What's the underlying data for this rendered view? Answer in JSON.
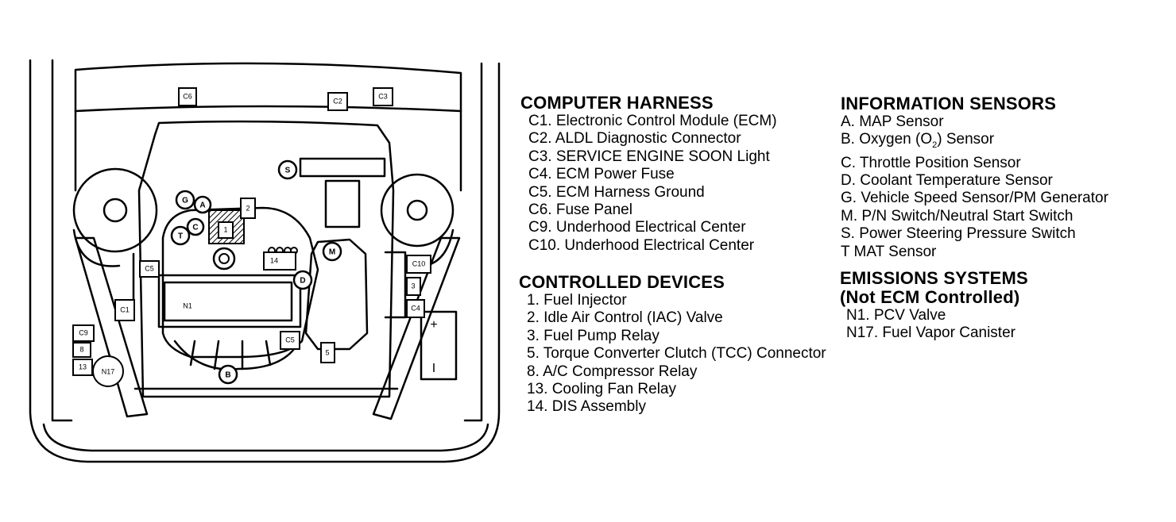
{
  "computer_harness": {
    "title": "COMPUTER HARNESS",
    "items": [
      "C1. Electronic Control Module (ECM)",
      "C2. ALDL Diagnostic Connector",
      "C3. SERVICE ENGINE SOON Light",
      "C4. ECM Power Fuse",
      "C5. ECM Harness Ground",
      "C6. Fuse Panel",
      "C9. Underhood Electrical Center",
      "C10. Underhood Electrical Center"
    ]
  },
  "controlled_devices": {
    "title": "CONTROLLED DEVICES",
    "items": [
      "1. Fuel Injector",
      "2. Idle Air Control (IAC) Valve",
      "3. Fuel Pump Relay",
      "5. Torque Converter Clutch (TCC) Connector",
      "8. A/C Compressor Relay",
      "13. Cooling Fan Relay",
      "14. DIS Assembly"
    ]
  },
  "information_sensors": {
    "title": "INFORMATION SENSORS",
    "items": [
      "A. MAP Sensor",
      "B. Oxygen (O",
      "C. Throttle Position Sensor",
      "D. Coolant Temperature Sensor",
      "G. Vehicle Speed Sensor/PM Generator",
      "M. P/N Switch/Neutral Start Switch",
      "S. Power Steering Pressure Switch",
      "T  MAT Sensor"
    ],
    "oxygen_sub": "2",
    "oxygen_suffix": ") Sensor"
  },
  "emissions_systems": {
    "title": "EMISSIONS SYSTEMS",
    "subtitle": "(Not ECM Controlled)",
    "items": [
      "N1. PCV Valve",
      "N17. Fuel Vapor Canister"
    ]
  },
  "diagram_labels": {
    "c6": "C6",
    "c2": "C2",
    "c3": "C3",
    "c5a": "C5",
    "c5b": "C5",
    "c1": "C1",
    "c9": "C9",
    "c10": "C10",
    "c4": "C4",
    "r8": "8",
    "r13": "13",
    "r3": "3",
    "r5": "5",
    "r2": "2",
    "r1": "1",
    "r14": "14",
    "n1": "N1",
    "n17": "N17",
    "s": "S",
    "g": "G",
    "a": "A",
    "c": "C",
    "t": "T",
    "m": "M",
    "d": "D",
    "b": "B",
    "plus": "+",
    "minus": "I"
  }
}
